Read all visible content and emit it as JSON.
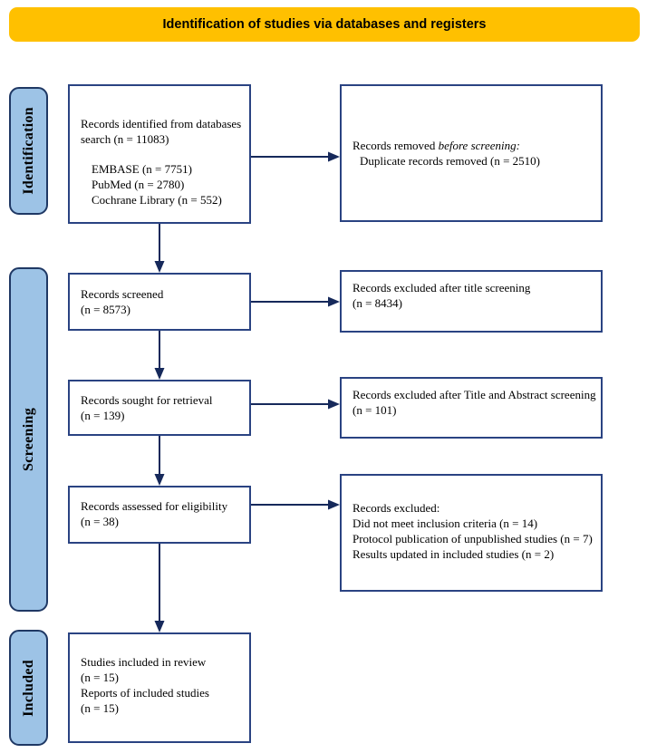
{
  "header": {
    "title": "Identification of studies via databases and registers"
  },
  "colors": {
    "header_bg": "#FFC000",
    "sidebar_bg": "#9DC3E6",
    "sidebar_border": "#1F3864",
    "box_border": "#2A4382",
    "arrow_color": "#16295B",
    "text_color": "#000000"
  },
  "sidebars": [
    {
      "id": "identification",
      "label": "Identification"
    },
    {
      "id": "screening",
      "label": "Screening"
    },
    {
      "id": "included",
      "label": "Included"
    }
  ],
  "boxes": {
    "identified": {
      "lines": [
        "Records identified from databases",
        "search (n = 11083)"
      ],
      "sources": [
        "EMBASE (n = 7751)",
        "PubMed (n = 2780)",
        "Cochrane Library (n = 552)"
      ]
    },
    "removed_before_screening": {
      "prefix": "Records removed ",
      "emphasis": "before screening:",
      "detail": "Duplicate records removed (n = 2510)"
    },
    "screened": {
      "line1": "Records screened",
      "line2": "(n = 8573)"
    },
    "excluded_title": {
      "line1": "Records excluded after title screening",
      "line2": "(n = 8434)"
    },
    "sought": {
      "line1": "Records sought for retrieval",
      "line2": "(n = 139)"
    },
    "excluded_title_abstract": {
      "line1": "Records excluded after Title and Abstract screening",
      "line2": "(n = 101)"
    },
    "assessed": {
      "line1": "Records assessed for eligibility",
      "line2": "(n = 38)"
    },
    "excluded_reasons": {
      "line1": "Records excluded:",
      "reasons": [
        "Did not meet inclusion criteria (n = 14)",
        "Protocol publication of unpublished studies (n = 7)",
        "Results updated in included studies (n = 2)"
      ]
    },
    "included_studies": {
      "lines": [
        "Studies included in review",
        "(n = 15)",
        "Reports of included studies",
        "(n = 15)"
      ]
    }
  }
}
